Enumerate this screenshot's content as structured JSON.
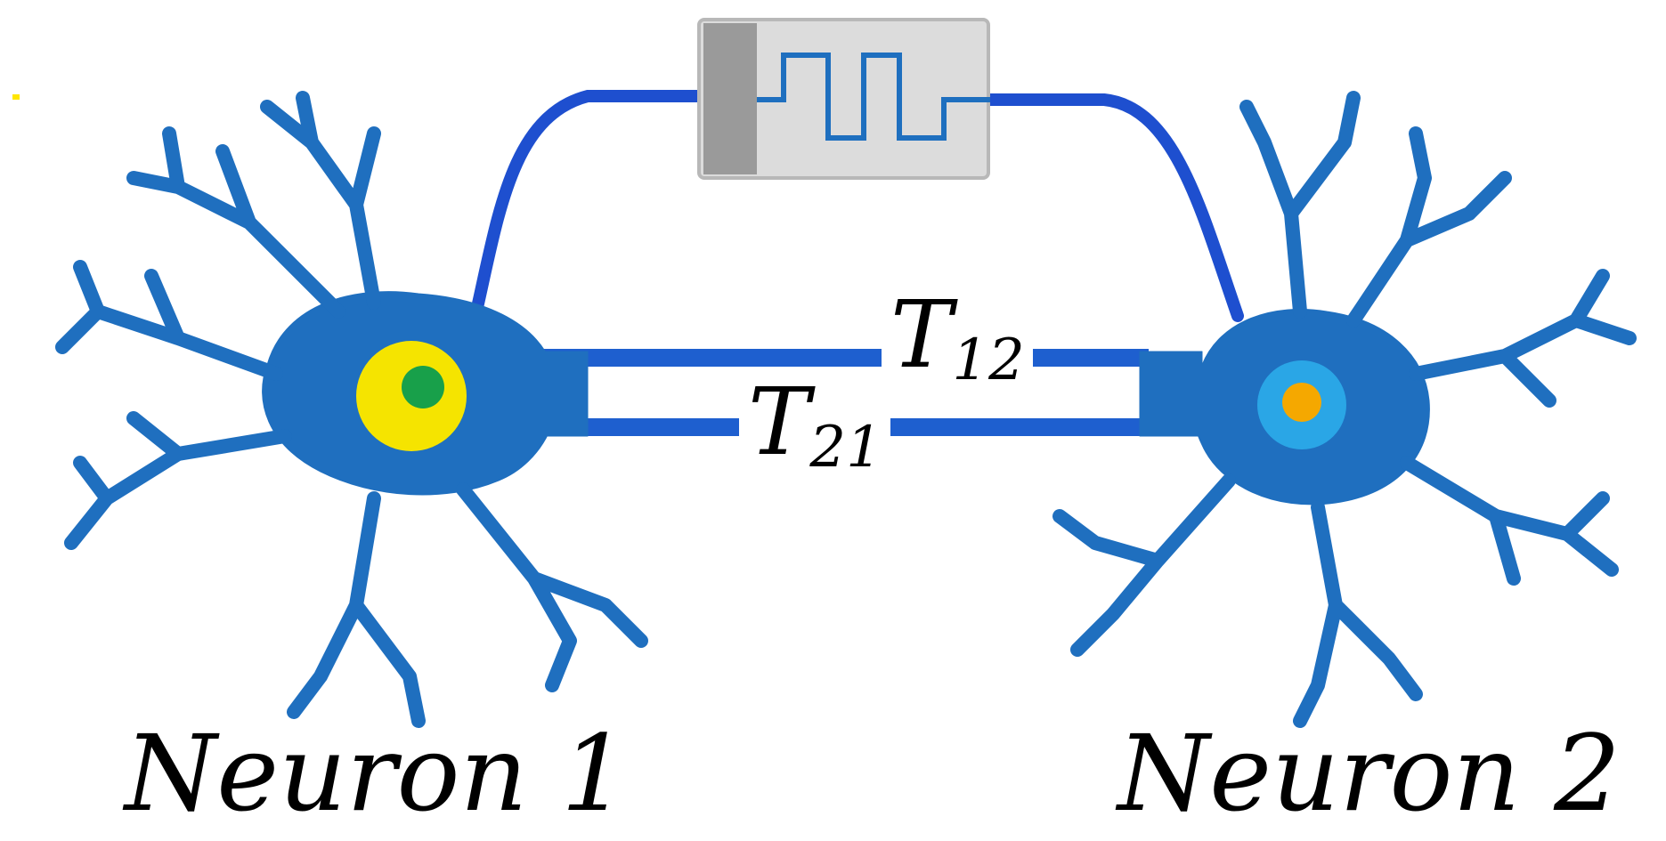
{
  "neurons": [
    {
      "name": "Neuron 1",
      "membrane_color": "#1f6fbf",
      "nucleus_color": "#f5e400",
      "nucleolus_color": "#18a04a"
    },
    {
      "name": "Neuron 2",
      "membrane_color": "#1f6fbf",
      "nucleus_color": "#2aa6e6",
      "nucleolus_color": "#f5a800"
    }
  ],
  "delays": {
    "t12": {
      "main": "T",
      "sub": "12"
    },
    "t21": {
      "main": "T",
      "sub": "21"
    }
  },
  "component": {
    "icon": "memristor-icon",
    "body_color": "#dcdcdc",
    "terminal_color": "#9a9a9a",
    "wire_color": "#1e4fcf"
  }
}
